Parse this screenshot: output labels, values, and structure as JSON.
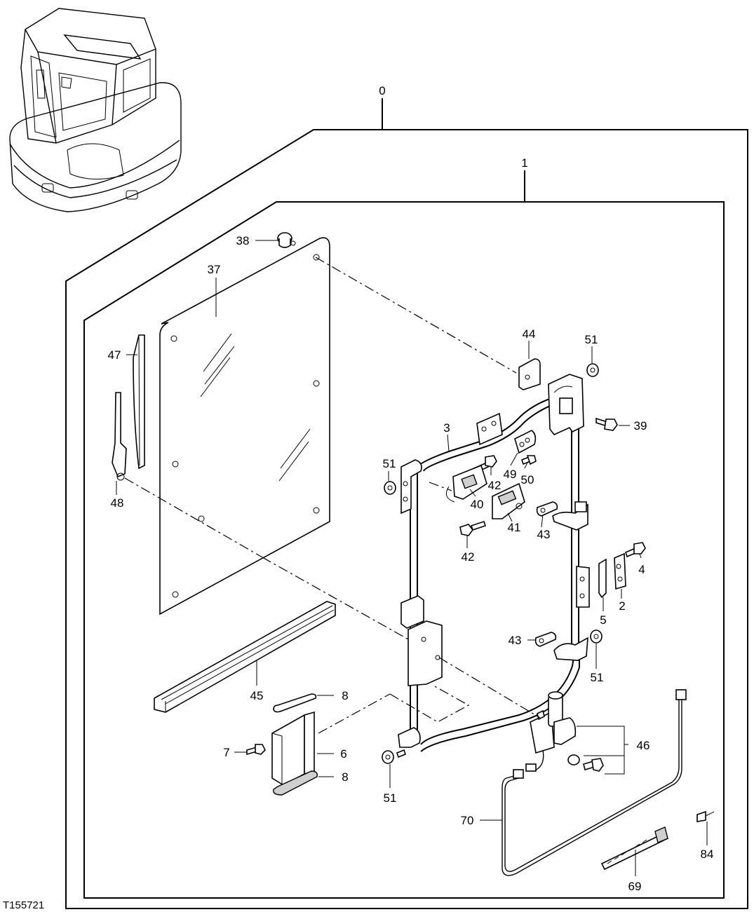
{
  "figure_code": "T155721",
  "callouts": [
    {
      "id": "c0",
      "text": "0"
    },
    {
      "id": "c1",
      "text": "1"
    },
    {
      "id": "c2",
      "text": "2"
    },
    {
      "id": "c3",
      "text": "3"
    },
    {
      "id": "c4",
      "text": "4"
    },
    {
      "id": "c5",
      "text": "5"
    },
    {
      "id": "c6",
      "text": "6"
    },
    {
      "id": "c7",
      "text": "7"
    },
    {
      "id": "c8a",
      "text": "8"
    },
    {
      "id": "c8b",
      "text": "8"
    },
    {
      "id": "c37",
      "text": "37"
    },
    {
      "id": "c38",
      "text": "38"
    },
    {
      "id": "c39",
      "text": "39"
    },
    {
      "id": "c40",
      "text": "40"
    },
    {
      "id": "c41",
      "text": "41"
    },
    {
      "id": "c42a",
      "text": "42"
    },
    {
      "id": "c42b",
      "text": "42"
    },
    {
      "id": "c43a",
      "text": "43"
    },
    {
      "id": "c43b",
      "text": "43"
    },
    {
      "id": "c44",
      "text": "44"
    },
    {
      "id": "c45",
      "text": "45"
    },
    {
      "id": "c46",
      "text": "46"
    },
    {
      "id": "c47",
      "text": "47"
    },
    {
      "id": "c48",
      "text": "48"
    },
    {
      "id": "c49",
      "text": "49"
    },
    {
      "id": "c50",
      "text": "50"
    },
    {
      "id": "c51a",
      "text": "51"
    },
    {
      "id": "c51b",
      "text": "51"
    },
    {
      "id": "c51c",
      "text": "51"
    },
    {
      "id": "c51d",
      "text": "51"
    },
    {
      "id": "c69",
      "text": "69"
    },
    {
      "id": "c70",
      "text": "70"
    },
    {
      "id": "c84",
      "text": "84"
    }
  ]
}
